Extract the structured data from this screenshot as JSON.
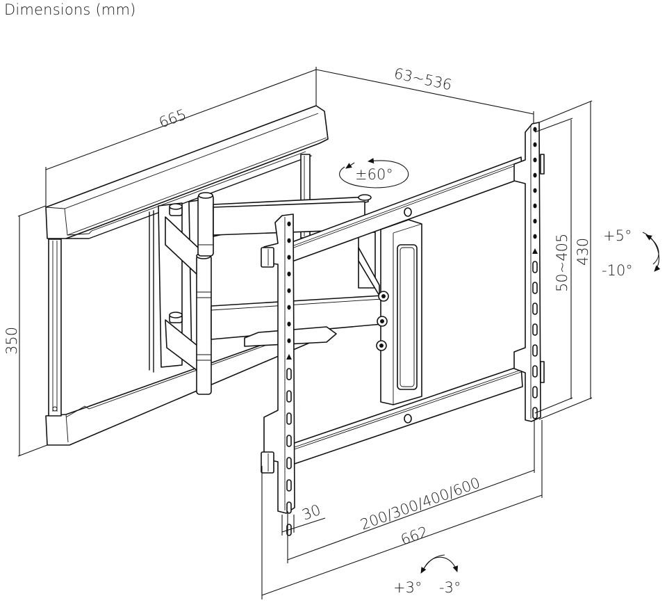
{
  "title": "Dimensions (mm)",
  "dimensions": {
    "wall_plate_width": "665",
    "wall_plate_height": "350",
    "extension_range": "63~536",
    "swivel": "±60°",
    "vesa_vertical": "50~405",
    "tv_plate_height": "430",
    "tilt_up": "+5°",
    "tilt_down": "-10°",
    "rail_offset": "30",
    "vesa_horizontal": "200/300/400/600",
    "tv_plate_width": "662",
    "roll_plus": "+3°",
    "roll_minus": "-3°"
  },
  "colors": {
    "line": "#111111",
    "background": "#ffffff"
  }
}
